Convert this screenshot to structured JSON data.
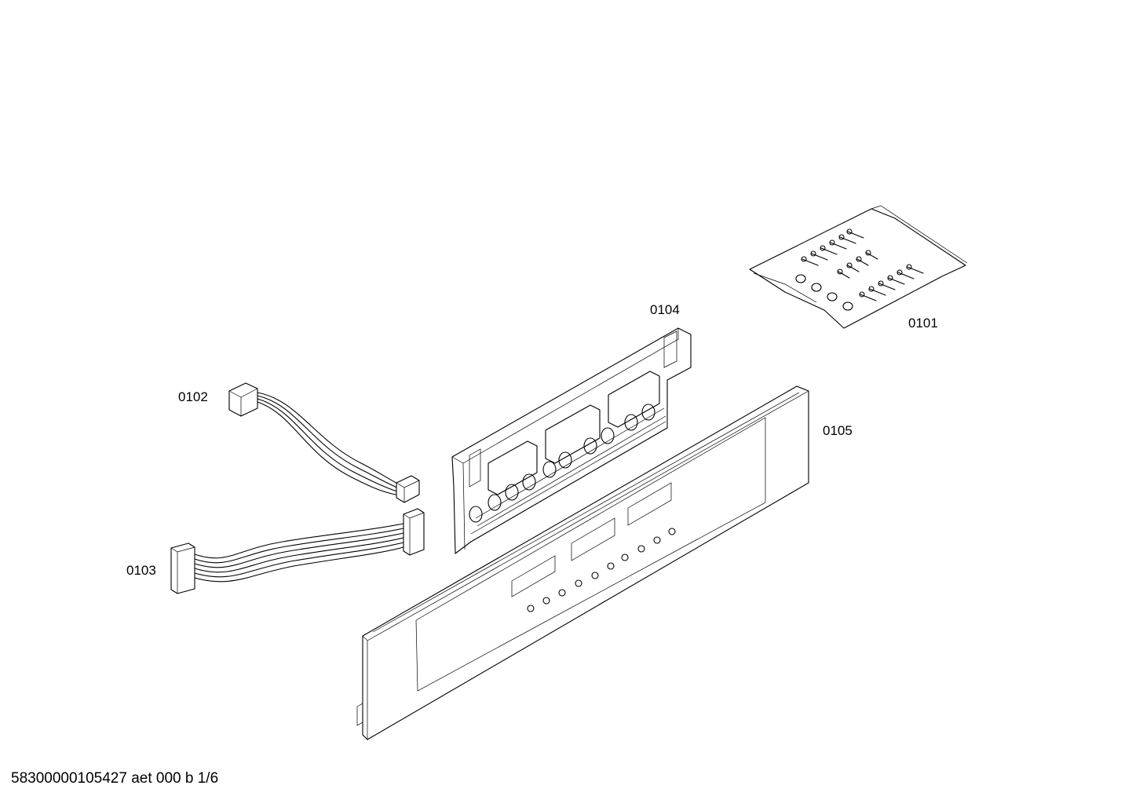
{
  "parts": [
    {
      "id": "0101",
      "icon": "screw-bag-icon"
    },
    {
      "id": "0102",
      "icon": "connector-cable-icon"
    },
    {
      "id": "0103",
      "icon": "ribbon-cable-icon"
    },
    {
      "id": "0104",
      "icon": "control-module-icon"
    },
    {
      "id": "0105",
      "icon": "control-panel-fascia-icon"
    }
  ],
  "footer": "58300000105427 aet 000 b 1/6"
}
